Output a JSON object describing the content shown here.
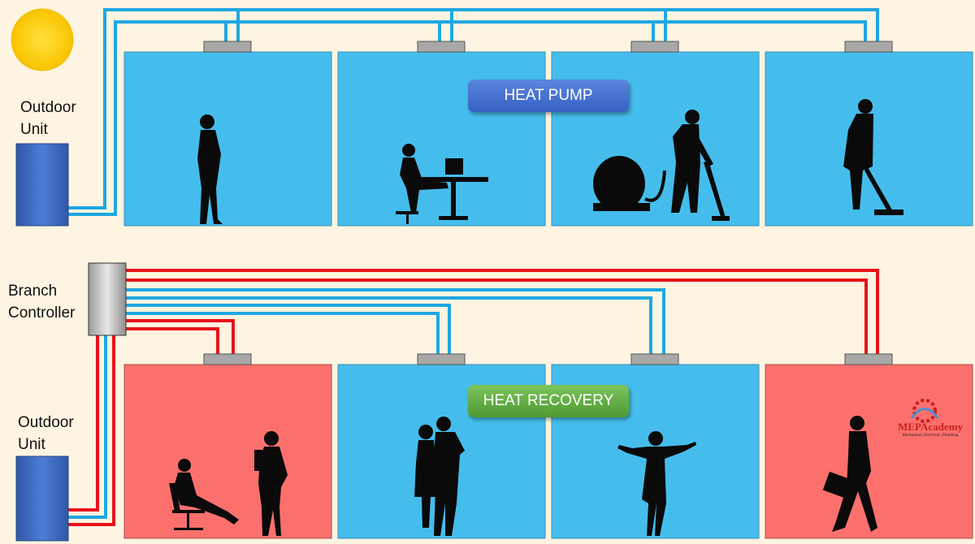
{
  "top_system": {
    "banner": "HEAT PUMP",
    "outdoor_unit_label_line1": "Outdoor",
    "outdoor_unit_label_line2": "Unit"
  },
  "bottom_system": {
    "banner": "HEAT RECOVERY",
    "branch_controller_line1": "Branch",
    "branch_controller_line2": "Controller",
    "outdoor_unit_label_line1": "Outdoor",
    "outdoor_unit_label_line2": "Unit"
  },
  "rooms_top": [
    {
      "mode": "cooling",
      "color": "#45bdec"
    },
    {
      "mode": "cooling",
      "color": "#45bdec"
    },
    {
      "mode": "cooling",
      "color": "#45bdec"
    },
    {
      "mode": "cooling",
      "color": "#45bdec"
    }
  ],
  "rooms_bottom": [
    {
      "mode": "heating",
      "color": "#fb706d"
    },
    {
      "mode": "cooling",
      "color": "#45bdec"
    },
    {
      "mode": "cooling",
      "color": "#45bdec"
    },
    {
      "mode": "heating",
      "color": "#fb706d"
    }
  ],
  "colors": {
    "background": "#fdf4e1",
    "cooling_room": "#45bdec",
    "heating_room": "#fb706d",
    "cold_pipe": "#1fa7e3",
    "hot_pipe": "#e8121b",
    "outdoor_unit": "#3f6fc8",
    "sun": "#ffd21e"
  },
  "brand": {
    "name": "MEPAcademy",
    "tagline": "Mechanical | Electrical | Plumbing"
  }
}
